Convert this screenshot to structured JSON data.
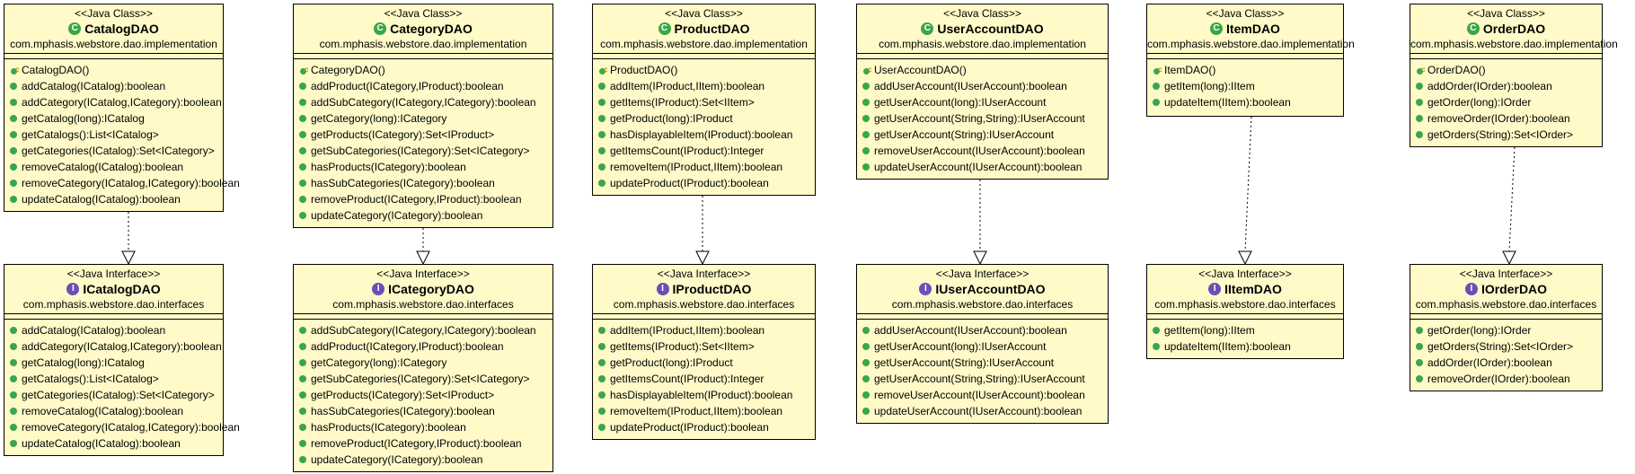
{
  "classes": [
    {
      "stereotype": "<<Java Class>>",
      "name": "CatalogDAO",
      "package": "com.mphasis.webstore.dao.implementation",
      "ops": [
        "CatalogDAO()",
        "addCatalog(ICatalog):boolean",
        "addCategory(ICatalog,ICategory):boolean",
        "getCatalog(long):ICatalog",
        "getCatalogs():List<ICatalog>",
        "getCategories(ICatalog):Set<ICategory>",
        "removeCatalog(ICatalog):boolean",
        "removeCategory(ICatalog,ICategory):boolean",
        "updateCatalog(ICatalog):boolean"
      ]
    },
    {
      "stereotype": "<<Java Class>>",
      "name": "CategoryDAO",
      "package": "com.mphasis.webstore.dao.implementation",
      "ops": [
        "CategoryDAO()",
        "addProduct(ICategory,IProduct):boolean",
        "addSubCategory(ICategory,ICategory):boolean",
        "getCategory(long):ICategory",
        "getProducts(ICategory):Set<IProduct>",
        "getSubCategories(ICategory):Set<ICategory>",
        "hasProducts(ICategory):boolean",
        "hasSubCategories(ICategory):boolean",
        "removeProduct(ICategory,IProduct):boolean",
        "updateCategory(ICategory):boolean"
      ]
    },
    {
      "stereotype": "<<Java Class>>",
      "name": "ProductDAO",
      "package": "com.mphasis.webstore.dao.implementation",
      "ops": [
        "ProductDAO()",
        "addItem(IProduct,IItem):boolean",
        "getItems(IProduct):Set<IItem>",
        "getProduct(long):IProduct",
        "hasDisplayableItem(IProduct):boolean",
        "getItemsCount(IProduct):Integer",
        "removeItem(IProduct,IItem):boolean",
        "updateProduct(IProduct):boolean"
      ]
    },
    {
      "stereotype": "<<Java Class>>",
      "name": "UserAccountDAO",
      "package": "com.mphasis.webstore.dao.implementation",
      "ops": [
        "UserAccountDAO()",
        "addUserAccount(IUserAccount):boolean",
        "getUserAccount(long):IUserAccount",
        "getUserAccount(String,String):IUserAccount",
        "getUserAccount(String):IUserAccount",
        "removeUserAccount(IUserAccount):boolean",
        "updateUserAccount(IUserAccount):boolean"
      ]
    },
    {
      "stereotype": "<<Java Class>>",
      "name": "ItemDAO",
      "package": "com.mphasis.webstore.dao.implementation",
      "ops": [
        "ItemDAO()",
        "getItem(long):IItem",
        "updateItem(IItem):boolean"
      ]
    },
    {
      "stereotype": "<<Java Class>>",
      "name": "OrderDAO",
      "package": "com.mphasis.webstore.dao.implementation",
      "ops": [
        "OrderDAO()",
        "addOrder(IOrder):boolean",
        "getOrder(long):IOrder",
        "removeOrder(IOrder):boolean",
        "getOrders(String):Set<IOrder>"
      ]
    }
  ],
  "interfaces": [
    {
      "stereotype": "<<Java Interface>>",
      "name": "ICatalogDAO",
      "package": "com.mphasis.webstore.dao.interfaces",
      "ops": [
        "addCatalog(ICatalog):boolean",
        "addCategory(ICatalog,ICategory):boolean",
        "getCatalog(long):ICatalog",
        "getCatalogs():List<ICatalog>",
        "getCategories(ICatalog):Set<ICategory>",
        "removeCatalog(ICatalog):boolean",
        "removeCategory(ICatalog,ICategory):boolean",
        "updateCatalog(ICatalog):boolean"
      ]
    },
    {
      "stereotype": "<<Java Interface>>",
      "name": "ICategoryDAO",
      "package": "com.mphasis.webstore.dao.interfaces",
      "ops": [
        "addSubCategory(ICategory,ICategory):boolean",
        "addProduct(ICategory,IProduct):boolean",
        "getCategory(long):ICategory",
        "getSubCategories(ICategory):Set<ICategory>",
        "getProducts(ICategory):Set<IProduct>",
        "hasSubCategories(ICategory):boolean",
        "hasProducts(ICategory):boolean",
        "removeProduct(ICategory,IProduct):boolean",
        "updateCategory(ICategory):boolean"
      ]
    },
    {
      "stereotype": "<<Java Interface>>",
      "name": "IProductDAO",
      "package": "com.mphasis.webstore.dao.interfaces",
      "ops": [
        "addItem(IProduct,IItem):boolean",
        "getItems(IProduct):Set<IItem>",
        "getProduct(long):IProduct",
        "getItemsCount(IProduct):Integer",
        "hasDisplayableItem(IProduct):boolean",
        "removeItem(IProduct,IItem):boolean",
        "updateProduct(IProduct):boolean"
      ]
    },
    {
      "stereotype": "<<Java Interface>>",
      "name": "IUserAccountDAO",
      "package": "com.mphasis.webstore.dao.interfaces",
      "ops": [
        "addUserAccount(IUserAccount):boolean",
        "getUserAccount(long):IUserAccount",
        "getUserAccount(String):IUserAccount",
        "getUserAccount(String,String):IUserAccount",
        "removeUserAccount(IUserAccount):boolean",
        "updateUserAccount(IUserAccount):boolean"
      ]
    },
    {
      "stereotype": "<<Java Interface>>",
      "name": "IItemDAO",
      "package": "com.mphasis.webstore.dao.interfaces",
      "ops": [
        "getItem(long):IItem",
        "updateItem(IItem):boolean"
      ]
    },
    {
      "stereotype": "<<Java Interface>>",
      "name": "IOrderDAO",
      "package": "com.mphasis.webstore.dao.interfaces",
      "ops": [
        "getOrder(long):IOrder",
        "getOrders(String):Set<IOrder>",
        "addOrder(IOrder):boolean",
        "removeOrder(IOrder):boolean"
      ]
    }
  ],
  "colors": {
    "box_fill": "#fffac8",
    "method_dot": "#3aa64a",
    "class_badge": "#3aa64a",
    "interface_badge": "#6a4fb5"
  },
  "icons": {
    "class": "class-c-icon",
    "interface": "interface-i-icon",
    "method": "public-method-icon",
    "constructor": "constructor-icon"
  }
}
